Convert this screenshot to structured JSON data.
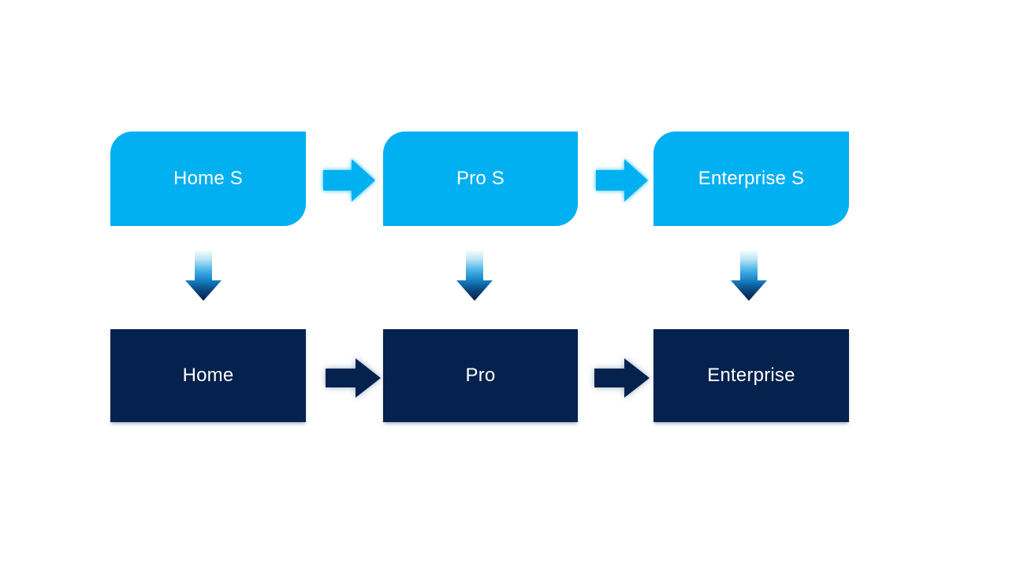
{
  "diagram": {
    "colors": {
      "cyan": "#00b0f0",
      "navy": "#05224e"
    },
    "top_row": {
      "items": [
        {
          "label": "Home S"
        },
        {
          "label": "Pro S"
        },
        {
          "label": "Enterprise S"
        }
      ]
    },
    "bottom_row": {
      "items": [
        {
          "label": "Home"
        },
        {
          "label": "Pro"
        },
        {
          "label": "Enterprise"
        }
      ]
    }
  }
}
